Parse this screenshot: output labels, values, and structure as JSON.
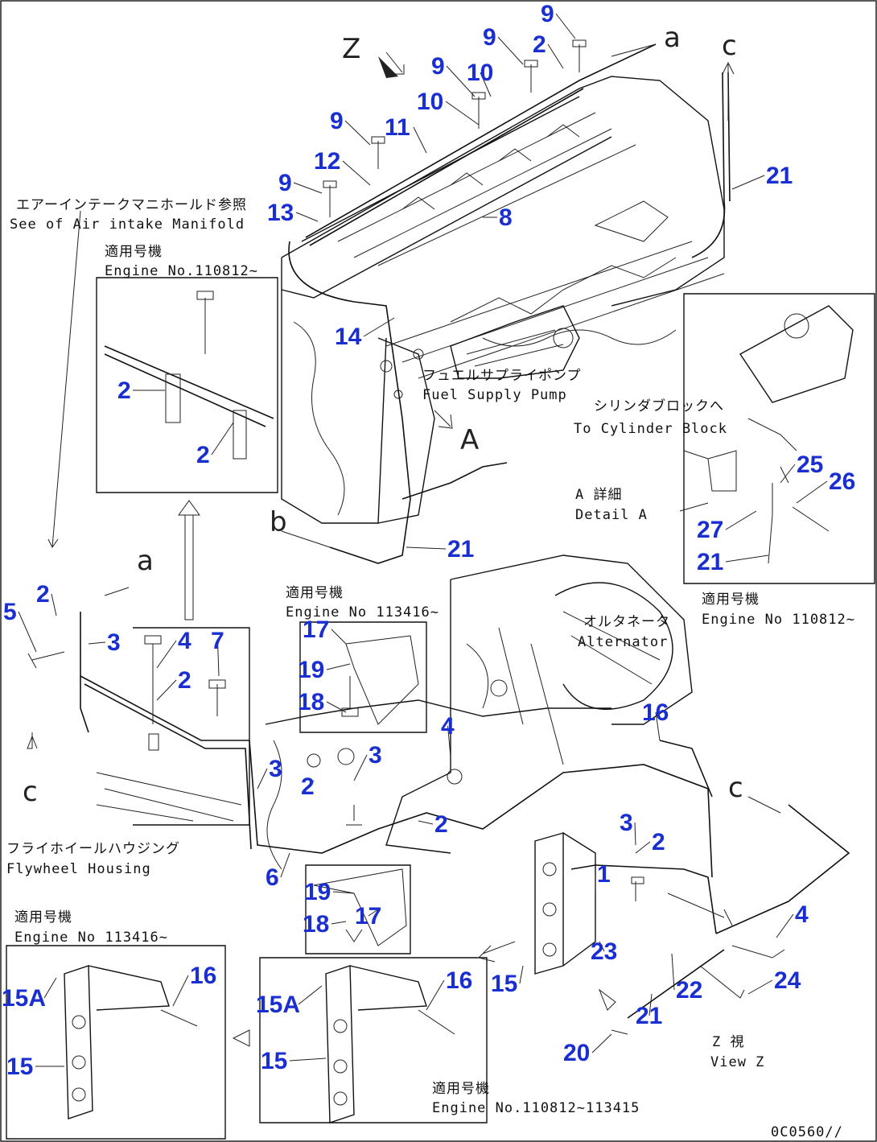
{
  "view_letter": "Z",
  "arrow_labels": {
    "a": "a",
    "b": "b",
    "c": "c",
    "detail": "A"
  },
  "notes": {
    "air_intake_jp": "エアーインテークマニホールド参照",
    "air_intake_en": "See of Air intake Manifold",
    "fuel_pump_jp": "フュエルサプライポンプ",
    "fuel_pump_en": "Fuel Supply Pump",
    "cyl_block_jp": "シリンダブロックへ",
    "cyl_block_en": "To Cylinder Block",
    "detail_jp": "A 詳細",
    "detail_en": "Detail A",
    "alternator_jp": "オルタネータ",
    "alternator_en": "Alternator",
    "flywheel_jp": "フライホイールハウジング",
    "flywheel_en": "Flywheel Housing",
    "view_jp": "Z 視",
    "view_en": "View Z",
    "eng1_jp": "適用号機",
    "eng1_en": "Engine No.110812~",
    "eng2_jp": "適用号機",
    "eng2_en": "Engine No 113416~",
    "eng3_jp": "適用号機",
    "eng3_en": "Engine No 110812~",
    "eng4_jp": "適用号機",
    "eng4_en": "Engine No 113416~",
    "eng5_jp": "適用号機",
    "eng5_en": "Engine No.110812~113415"
  },
  "drawing_code": "0C0560//",
  "callouts": [
    "9",
    "2",
    "9",
    "9",
    "10",
    "10",
    "9",
    "11",
    "12",
    "9",
    "13",
    "8",
    "21",
    "14",
    "2",
    "2",
    "21",
    "25",
    "26",
    "27",
    "21",
    "2",
    "5",
    "3",
    "4",
    "7",
    "2",
    "17",
    "19",
    "18",
    "4",
    "16",
    "3",
    "3",
    "2",
    "2",
    "3",
    "2",
    "6",
    "19",
    "17",
    "18",
    "1",
    "4",
    "23",
    "24",
    "22",
    "21",
    "15A",
    "16",
    "15",
    "15A",
    "16",
    "15",
    "15",
    "20"
  ]
}
